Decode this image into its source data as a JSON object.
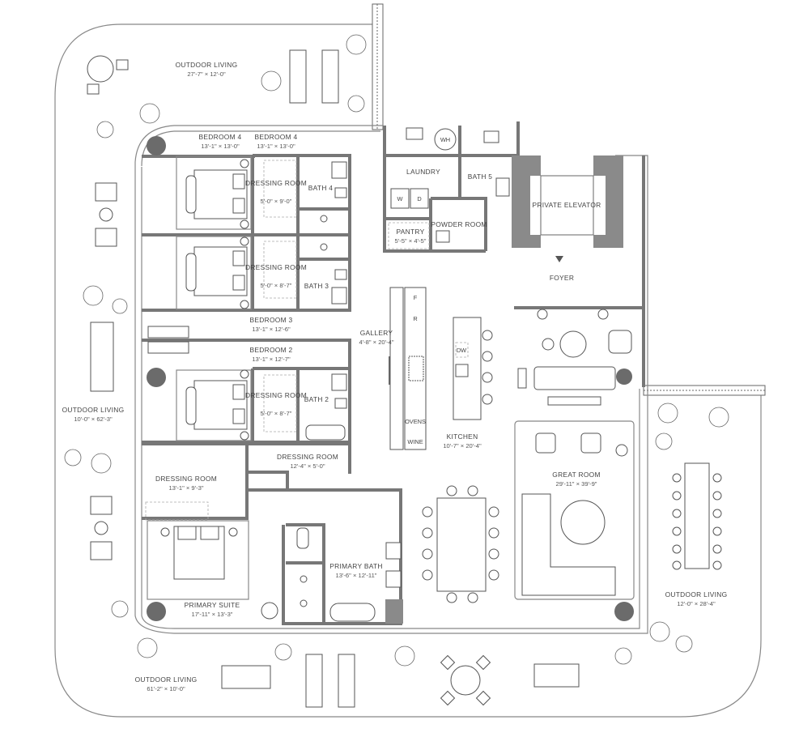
{
  "rooms": [
    {
      "id": "outdoor-living-north",
      "name": "OUTDOOR LIVING",
      "dim": "27'-7\" × 12'-0\""
    },
    {
      "id": "bedroom-4a",
      "name": "BEDROOM 4",
      "dim": "13'-1\" × 13'-0\""
    },
    {
      "id": "bedroom-4b",
      "name": "BEDROOM 4",
      "dim": "13'-1\" × 13'-0\""
    },
    {
      "id": "dressing-room-1",
      "name": "DRESSING ROOM",
      "dim": "5'-0\" × 9'-0\""
    },
    {
      "id": "bath-4",
      "name": "BATH 4",
      "dim": ""
    },
    {
      "id": "dressing-room-2",
      "name": "DRESSING ROOM",
      "dim": "5'-0\" × 8'-7\""
    },
    {
      "id": "bath-3",
      "name": "BATH 3",
      "dim": ""
    },
    {
      "id": "bedroom-3",
      "name": "BEDROOM 3",
      "dim": "13'-1\" × 12'-6\""
    },
    {
      "id": "bedroom-2",
      "name": "BEDROOM 2",
      "dim": "13'-1\" × 12'-7\""
    },
    {
      "id": "dressing-room-3",
      "name": "DRESSING ROOM",
      "dim": "5'-0\" × 8'-7\""
    },
    {
      "id": "bath-2",
      "name": "BATH 2",
      "dim": ""
    },
    {
      "id": "dressing-room-4",
      "name": "DRESSING ROOM",
      "dim": "12'-4\" × 5'-0\""
    },
    {
      "id": "dressing-room-5",
      "name": "DRESSING ROOM",
      "dim": "13'-1\" × 9'-3\""
    },
    {
      "id": "primary-suite",
      "name": "PRIMARY SUITE",
      "dim": "17'-11\" × 13'-3\""
    },
    {
      "id": "primary-bath",
      "name": "PRIMARY BATH",
      "dim": "13'-6\" × 12'-11\""
    },
    {
      "id": "outdoor-living-west",
      "name": "OUTDOOR LIVING",
      "dim": "10'-0\" × 62'-3\""
    },
    {
      "id": "outdoor-living-south",
      "name": "OUTDOOR LIVING",
      "dim": "61'-2\" × 10'-0\""
    },
    {
      "id": "laundry",
      "name": "LAUNDRY",
      "dim": ""
    },
    {
      "id": "bath-5",
      "name": "BATH 5",
      "dim": ""
    },
    {
      "id": "pantry",
      "name": "PANTRY",
      "dim": "5'-5\" × 4'-5\""
    },
    {
      "id": "powder-room",
      "name": "POWDER ROOM",
      "dim": ""
    },
    {
      "id": "private-elevator",
      "name": "PRIVATE ELEVATOR",
      "dim": ""
    },
    {
      "id": "foyer",
      "name": "FOYER",
      "dim": ""
    },
    {
      "id": "gallery",
      "name": "GALLERY",
      "dim": "4'-8\" × 20'-4\""
    },
    {
      "id": "kitchen",
      "name": "KITCHEN",
      "dim": "10'-7\" × 20'-4\""
    },
    {
      "id": "great-room",
      "name": "GREAT ROOM",
      "dim": "29'-11\" × 39'-9\""
    },
    {
      "id": "outdoor-living-east",
      "name": "OUTDOOR LIVING",
      "dim": "12'-0\" × 28'-4\""
    }
  ],
  "fixtures": {
    "water_heater": "WH",
    "washer": "W",
    "dryer": "D",
    "fridge": "F",
    "range": "R",
    "ovens": "OVENS",
    "wine": "WINE",
    "dishwasher": "DW"
  },
  "colors": {
    "wall": "#777777",
    "column": "#6b6b6b",
    "line": "#555555"
  }
}
